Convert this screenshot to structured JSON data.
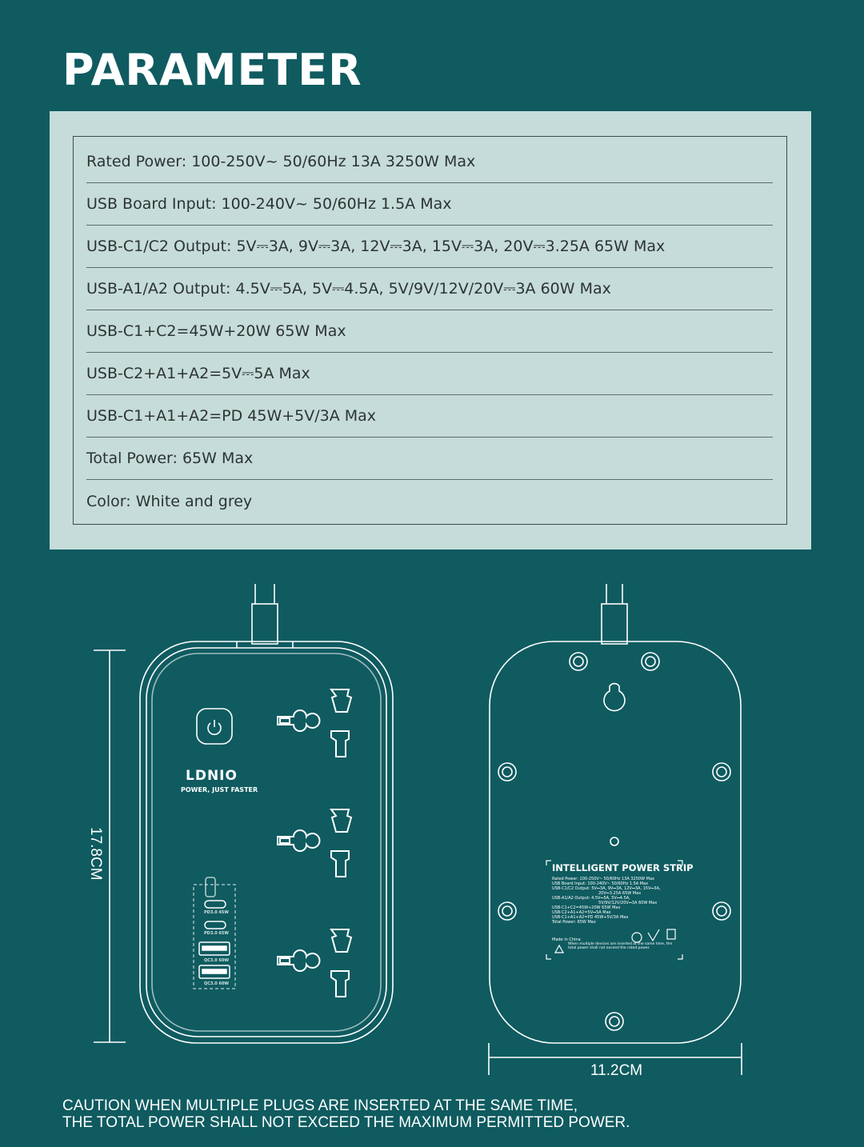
{
  "title": "PARAMETER",
  "parameters": [
    "Rated Power: 100-250V~ 50/60Hz 13A 3250W Max",
    "USB Board Input: 100-240V~ 50/60Hz 1.5A Max",
    "USB-C1/C2 Output: 5V⎓3A, 9V⎓3A, 12V⎓3A, 15V⎓3A, 20V⎓3.25A 65W Max",
    "USB-A1/A2 Output: 4.5V⎓5A, 5V⎓4.5A, 5V/9V/12V/20V⎓3A 60W Max",
    "USB-C1+C2=45W+20W 65W Max",
    "USB-C2+A1+A2=5V⎓5A Max",
    "USB-C1+A1+A2=PD 45W+5V/3A Max",
    "Total Power: 65W Max",
    "Color: White and grey"
  ],
  "device": {
    "brand": "LDNIO",
    "slogan": "POWER, JUST FASTER",
    "height_label": "17.8CM",
    "width_label": "11.2CM",
    "ports": [
      "PD3.0 45W",
      "PD3.0 65W",
      "QC3.0 60W",
      "QC3.0 60W"
    ],
    "icons": [
      "power-button-icon",
      "universal-socket-icon",
      "usb-c-port-icon",
      "usb-a-port-icon",
      "mounting-screw-icon",
      "keyhole-icon"
    ]
  },
  "rear_label": {
    "title": "INTELLIGENT POWER STRIP",
    "lines": [
      "Rated Power: 100-250V~ 50/60Hz 13A 3250W Max",
      "USB Board Input: 100-240V~ 50/60Hz 1.5A Max",
      "USB-C1/C2 Output: 5V⎓3A, 9V⎓3A, 12V⎓3A, 15V⎓3A,",
      "20V⎓3.25A 65W Max",
      "USB-A1/A2 Output: 4.5V⎓5A, 5V⎓4.5A,",
      "5V/9V/12V/20V⎓3A 60W Max",
      "USB-C1+C2=45W+20W 65W Max",
      "USB-C2+A1+A2=5V⎓5A Max",
      "USB-C1+A1+A2=PD 45W+5V/3A Max",
      "Total Power: 65W Max"
    ],
    "made_in": "Made in China",
    "warning": "When multiple devices are inserted at the same time, the total power shall not exceed the rated power."
  },
  "caution": {
    "line1": "CAUTION WHEN MULTIPLE PLUGS ARE INSERTED AT THE SAME TIME,",
    "line2": "THE TOTAL POWER SHALL NOT EXCEED THE MAXIMUM PERMITTED POWER."
  }
}
